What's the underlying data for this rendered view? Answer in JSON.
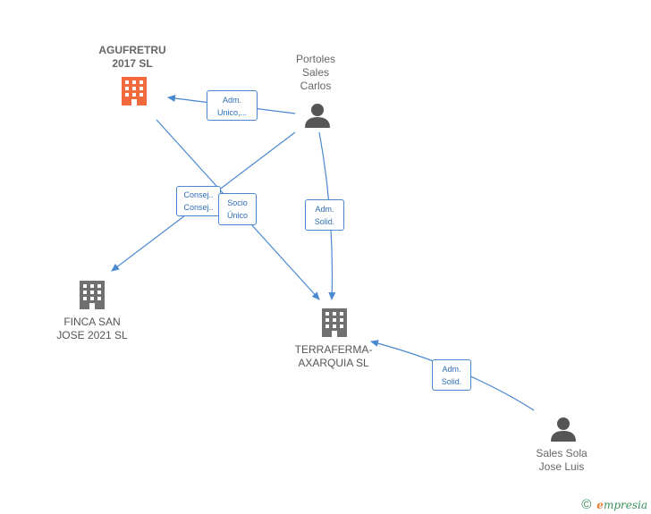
{
  "nodes": {
    "agufretru": {
      "label": "AGUFRETRU\n2017  SL",
      "type": "company",
      "color": "#f26a3b"
    },
    "portoles": {
      "label": "Portoles\nSales\nCarlos",
      "type": "person",
      "color": "#555555"
    },
    "finca": {
      "label": "FINCA SAN\nJOSE 2021  SL",
      "type": "company",
      "color": "#707070"
    },
    "terraferma": {
      "label": "TERRAFERMA-\nAXARQUIA  SL",
      "type": "company",
      "color": "#707070"
    },
    "sales_sola": {
      "label": "Sales Sola\nJose Luis",
      "type": "person",
      "color": "#555555"
    }
  },
  "edges": {
    "adm_unico": {
      "label": "Adm.\nUnico,...",
      "from": "Portoles Sales Carlos",
      "to": "AGUFRETRU 2017 SL"
    },
    "consej": {
      "label": "Consej..\nConsej..",
      "from": "Portoles Sales Carlos",
      "to": "FINCA SAN JOSE 2021 SL"
    },
    "socio_unico": {
      "label": "Socio\nÚnico",
      "from": "AGUFRETRU 2017 SL",
      "to": "TERRAFERMA-AXARQUIA SL"
    },
    "adm_solid_1": {
      "label": "Adm.\nSolid.",
      "from": "Portoles Sales Carlos",
      "to": "TERRAFERMA-AXARQUIA SL"
    },
    "adm_solid_2": {
      "label": "Adm.\nSolid.",
      "from": "Sales Sola Jose Luis",
      "to": "TERRAFERMA-AXARQUIA SL"
    }
  },
  "colors": {
    "edge": "#4a88d0",
    "company_main": "#f26a3b",
    "company": "#707070",
    "person": "#555555",
    "brand": "#3a8f5a"
  },
  "footer": {
    "copyright": "©",
    "brand_first": "e",
    "brand_rest": "mpresia"
  }
}
